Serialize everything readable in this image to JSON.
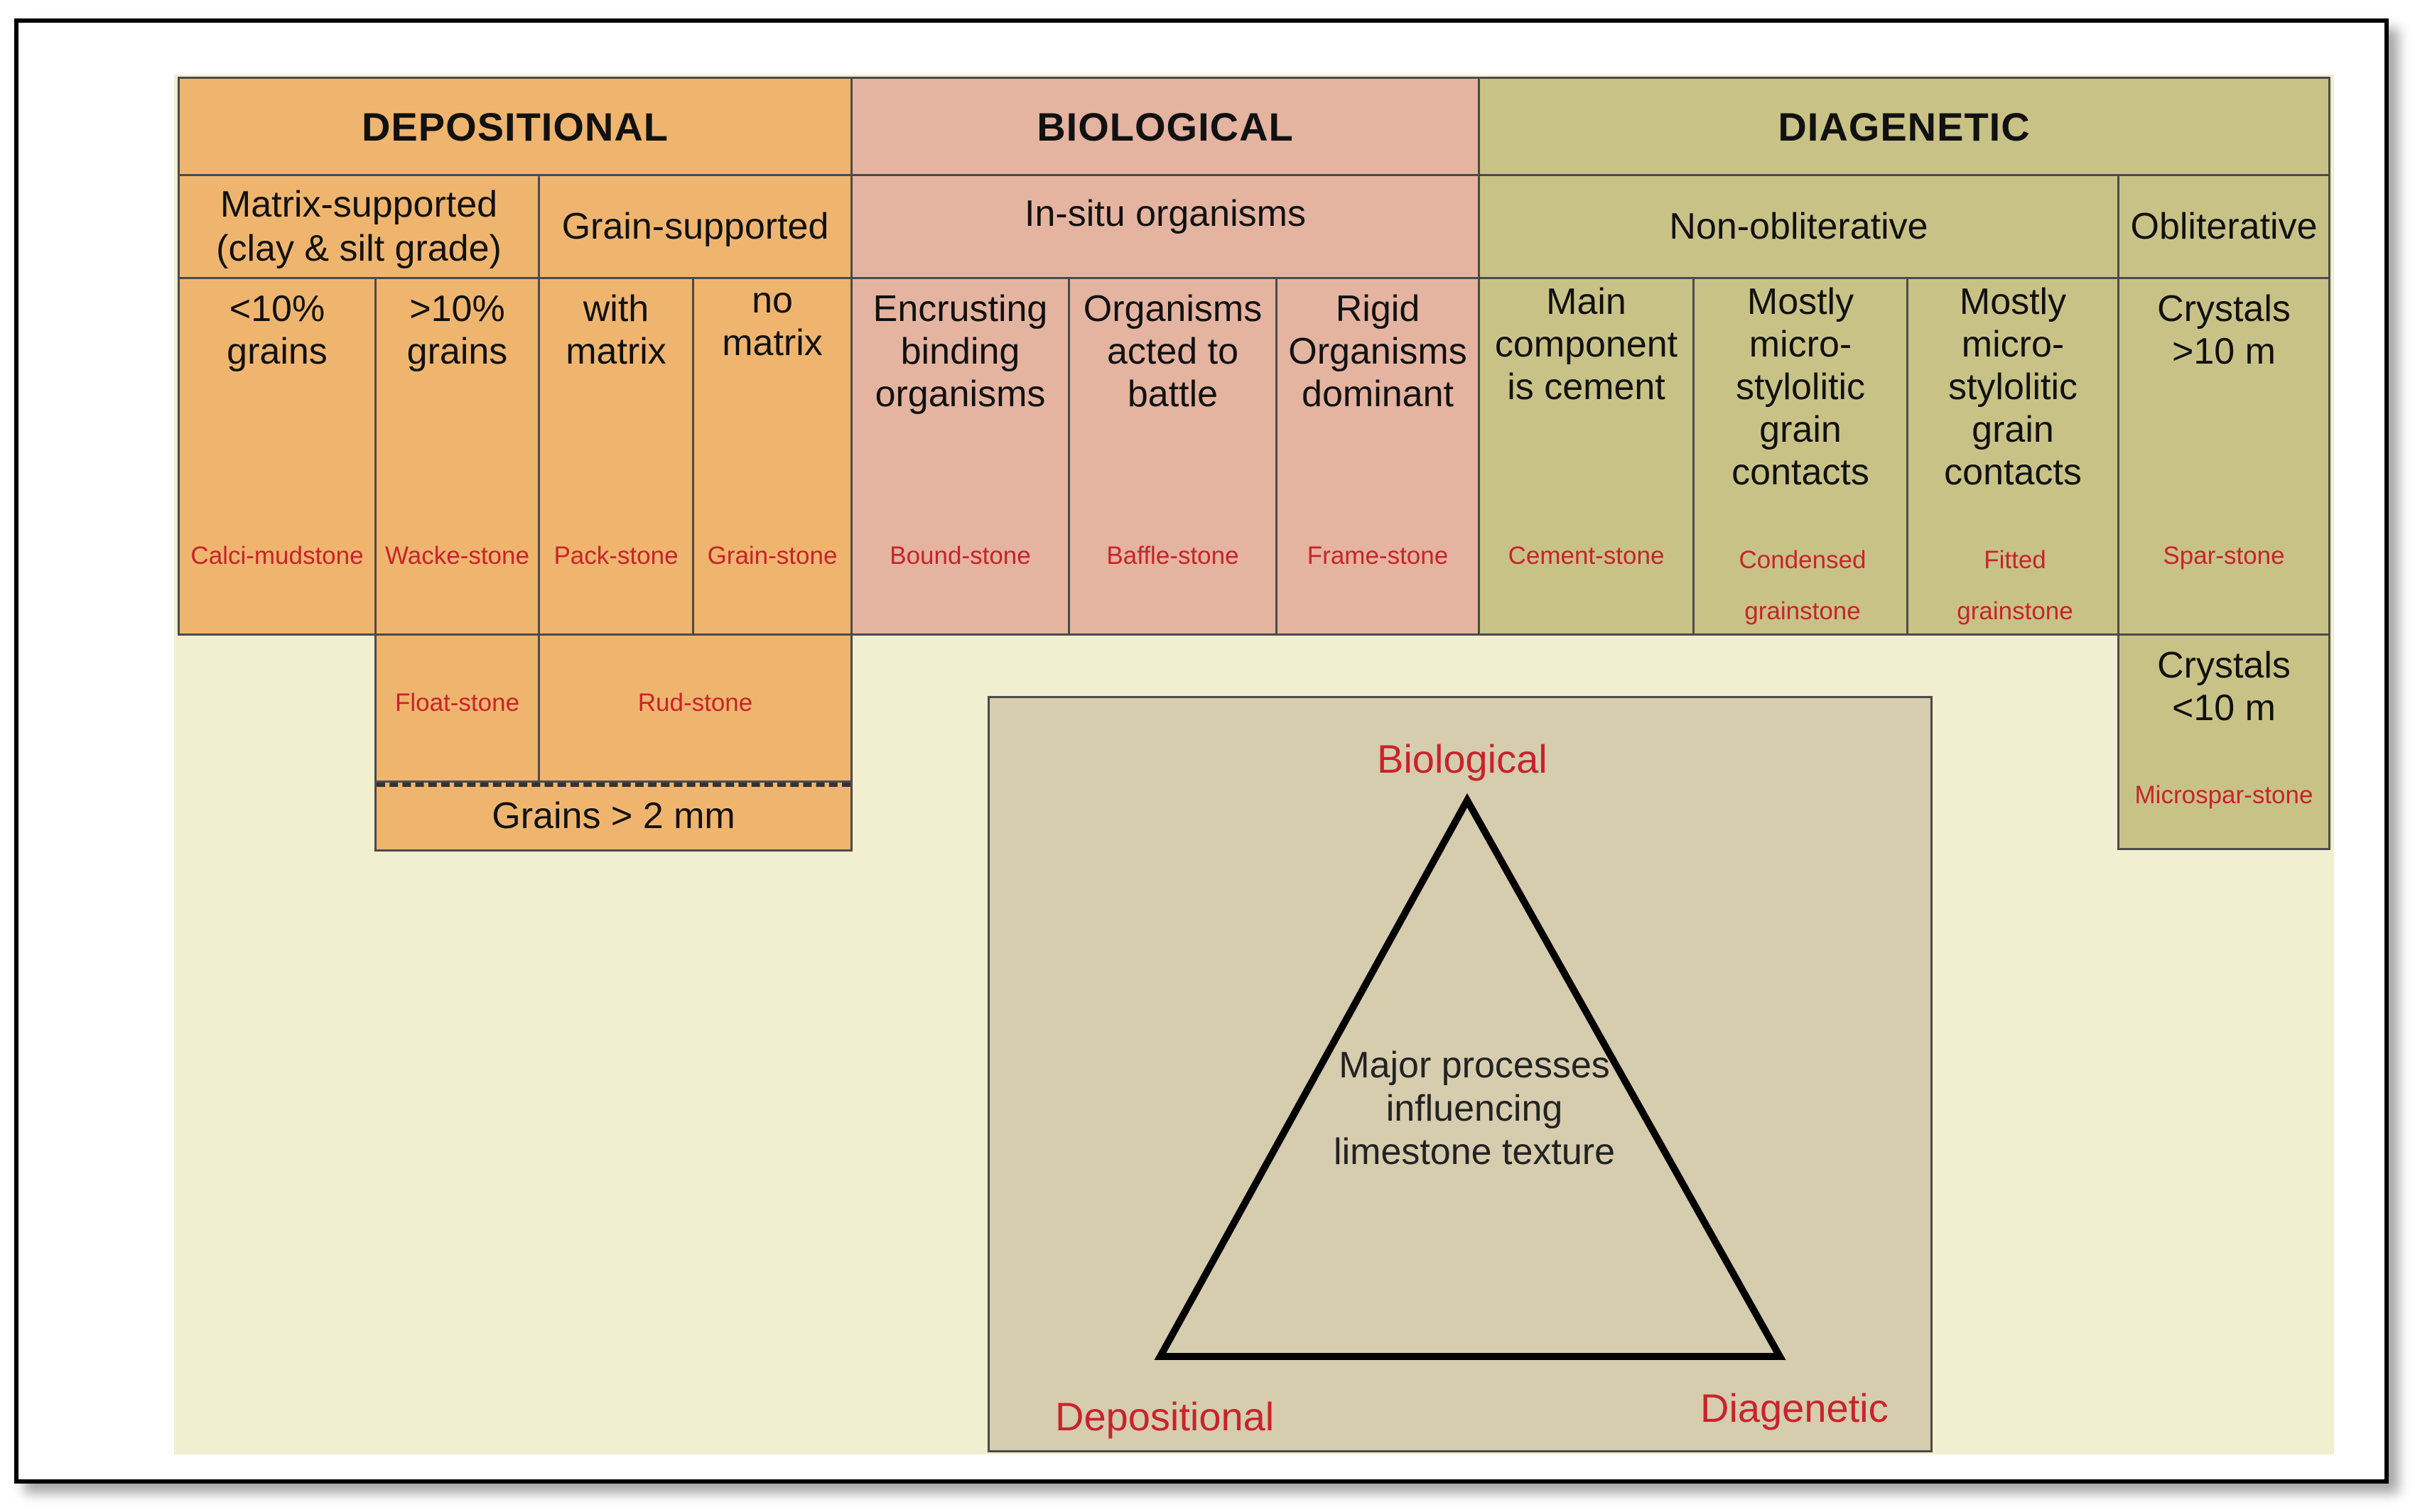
{
  "headers": {
    "depositional": "DEPOSITIONAL",
    "biological": "BIOLOGICAL",
    "diagenetic": "DIAGENETIC"
  },
  "subheaders": {
    "matrix_supported": "Matrix-supported (clay & silt grade)",
    "grain_supported": "Grain-supported",
    "in_situ": "In-situ organisms",
    "non_obliterative": "Non-obliterative",
    "obliterative": "Obliterative"
  },
  "columns": [
    {
      "desc": "<10% grains",
      "rock": "Calci-mudstone"
    },
    {
      "desc": ">10% grains",
      "rock": "Wacke-stone"
    },
    {
      "desc": "with matrix",
      "rock": "Pack-stone"
    },
    {
      "desc": "no matrix",
      "rock": "Grain-stone"
    },
    {
      "desc": "Encrusting binding organisms",
      "rock": "Bound-stone"
    },
    {
      "desc": "Organisms acted to battle",
      "rock": "Baffle-stone"
    },
    {
      "desc": "Rigid Organisms dominant",
      "rock": "Frame-stone"
    },
    {
      "desc": "Main component is cement",
      "rock": "Cement-stone"
    },
    {
      "desc": "Mostly micro-stylolitic grain contacts",
      "rock": "Condensed grainstone"
    },
    {
      "desc": "Mostly micro-stylolitic grain contacts",
      "rock": "Fitted grainstone"
    },
    {
      "desc": "Crystals >10 m",
      "rock": "Spar-stone"
    }
  ],
  "coarse": {
    "float": "Float-stone",
    "rud": "Rud-stone",
    "grains_label": "Grains > 2 mm"
  },
  "micro": {
    "desc": "Crystals <10 m",
    "rock": "Microspar-stone"
  },
  "triangle": {
    "top": "Biological",
    "left": "Depositional",
    "right": "Diagenetic",
    "center": "Major processes influencing limestone texture"
  },
  "colors": {
    "depositional": "#efb56f",
    "biological": "#e4b4a0",
    "diagenetic": "#c9c287",
    "rock_name": "#c8232c",
    "background": "#f2eed0",
    "triangle_box": "#d6ccae"
  }
}
